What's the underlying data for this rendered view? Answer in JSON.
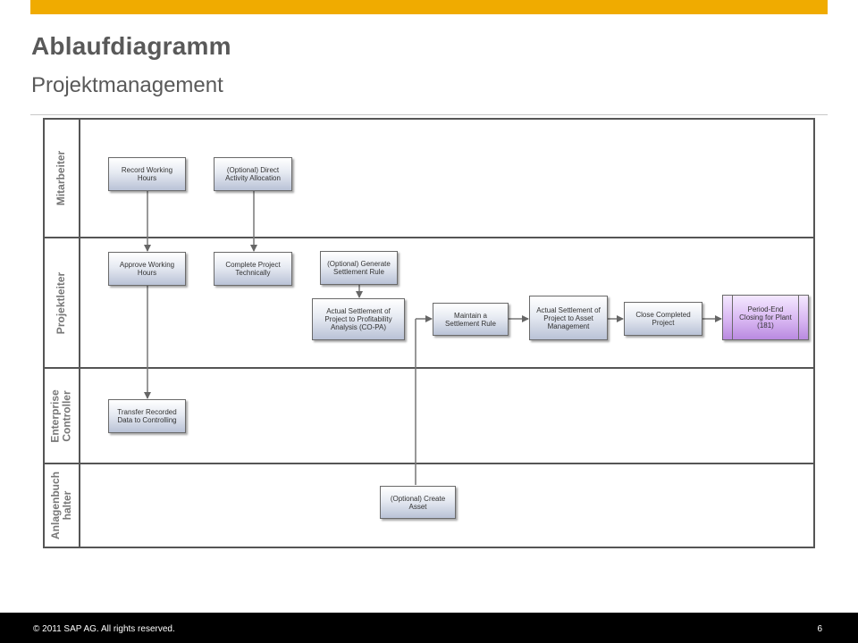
{
  "header": {
    "title": "Ablaufdiagramm",
    "subtitle": "Projektmanagement",
    "accent_color": "#f0ab00"
  },
  "lanes": {
    "mitarbeiter": "Mitarbeiter",
    "projektleiter": "Projektleiter",
    "enterprise_controller": "Enterprise\nController",
    "anlagenbuchhalter": "Anlagenbuch\nhalter"
  },
  "steps": {
    "record_hours": "Record Working Hours",
    "direct_activity": "(Optional) Direct Activity Allocation",
    "approve_hours": "Approve Working Hours",
    "complete_project": "Complete Project Technically",
    "generate_rule": "(Optional) Generate Settlement Rule",
    "settlement_copa": "Actual Settlement of Project to Profitability Analysis (CO-PA)",
    "maintain_rule": "Maintain a Settlement Rule",
    "settlement_asset": "Actual Settlement of Project to Asset Management",
    "close_project": "Close Completed Project",
    "period_end": "Period-End Closing for Plant (181)",
    "transfer_data": "Transfer Recorded Data to Controlling",
    "create_asset": "(Optional) Create Asset"
  },
  "footer": {
    "copyright": "© 2011 SAP AG. All rights reserved.",
    "page_number": "6"
  }
}
